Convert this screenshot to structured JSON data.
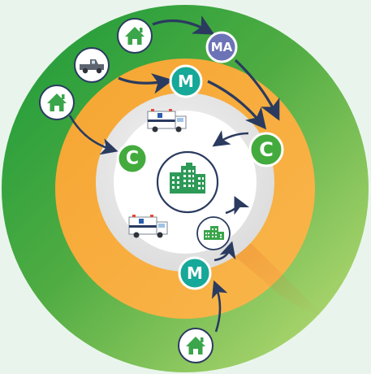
{
  "colors": {
    "background": "#e9f5ec",
    "outer_ring_start": "#1e9a3c",
    "outer_ring_end": "#b6d86a",
    "middle_ring": "#f7a535",
    "inner_disc": "#e8e8e8",
    "center_disc": "#ffffff",
    "teal_badge": "#16a898",
    "green_badge": "#43ab3d",
    "purple_badge": "#6c73b6",
    "arrow": "#2a3b5f",
    "home_icon": "#3aa54a",
    "hospital_icon": "#2e9a58"
  },
  "nodes": {
    "ma": "MA",
    "m_top": "M",
    "m_bottom": "M",
    "c_left": "C",
    "c_right": "C"
  },
  "icons": {
    "center": "hospital-building-icon",
    "small": "small-hospital-icon",
    "ambulance": "ambulance-icon",
    "truck": "pickup-truck-icon",
    "home": "home-icon"
  }
}
